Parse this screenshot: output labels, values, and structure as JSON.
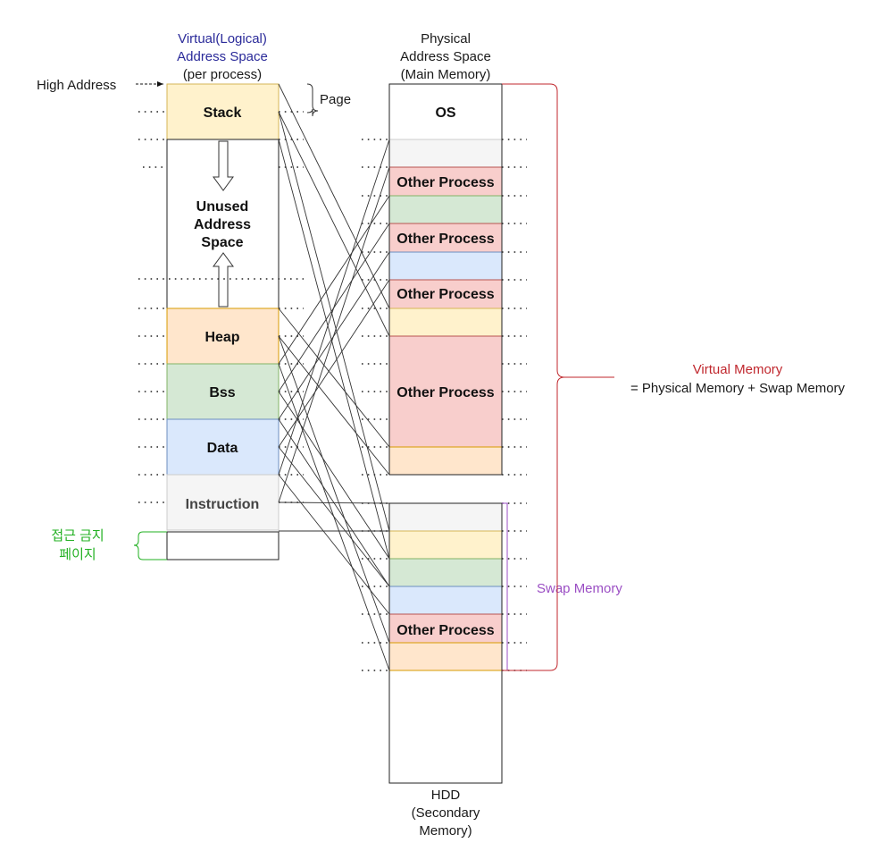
{
  "virtual_space": {
    "title_line1": "Virtual(Logical)",
    "title_line2": "Address Space",
    "subtitle": "(per process)",
    "high_address": "High Address",
    "page_label": "Page",
    "segments": {
      "stack": "Stack",
      "unused_line1": "Unused",
      "unused_line2": "Address",
      "unused_line3": "Space",
      "heap": "Heap",
      "bss": "Bss",
      "data": "Data",
      "instruction": "Instruction"
    },
    "forbidden_line1": "접근 금지",
    "forbidden_line2": "페이지"
  },
  "physical_space": {
    "title_line1": "Physical",
    "title_line2": "Address Space",
    "title_line3": "(Main Memory)",
    "os": "OS",
    "other_process": "Other Process"
  },
  "hdd": {
    "line1": "HDD",
    "line2": "(Secondary",
    "line3": "Memory)"
  },
  "swap_label": "Swap Memory",
  "virtual_memory": {
    "title": "Virtual Memory",
    "formula": "= Physical Memory + Swap Memory"
  },
  "colors": {
    "stack_yellow": "#fff2cc",
    "heap_orange": "#ffe6cc",
    "bss_green": "#d5e8d4",
    "data_blue": "#dae8fc",
    "instruction_gray": "#f5f5f5",
    "other_red": "#f8cecc",
    "title_blue": "#2b2b9a",
    "forbidden_green": "#22b022",
    "swap_purple": "#9b4fc4",
    "virtual_red": "#c0272d"
  }
}
